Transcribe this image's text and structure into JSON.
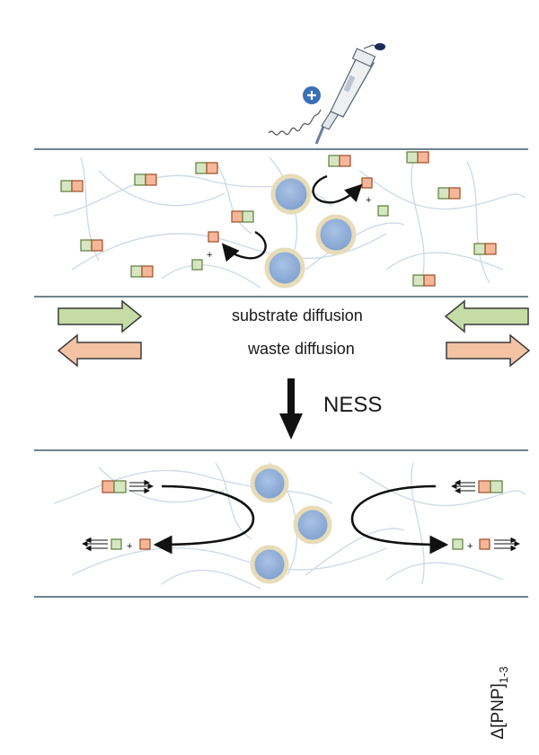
{
  "labels": {
    "substrate_diffusion": "substrate diffusion",
    "waste_diffusion": "waste diffusion",
    "ness": "NESS",
    "pnp_symbol": "Δ[PNP]",
    "pnp_subscript": "1-3",
    "plus": "+"
  },
  "colors": {
    "membrane": "#3f5868",
    "substrate_fill": "#d6e6c2",
    "substrate_border": "#5c7d3b",
    "waste_fill": "#f5b797",
    "waste_border": "#9c4d2a",
    "bead_fill": "#8eaed8",
    "bead_ring": "#e7dcb8",
    "fiber": "#cfdbe7",
    "arrow_green": "#c6dca6",
    "arrow_orange": "#f3c3a3",
    "charge_blue": "#3b6fb6"
  },
  "icons": [
    "pipette-icon",
    "positive-charge-icon",
    "wavy-line-icon"
  ]
}
